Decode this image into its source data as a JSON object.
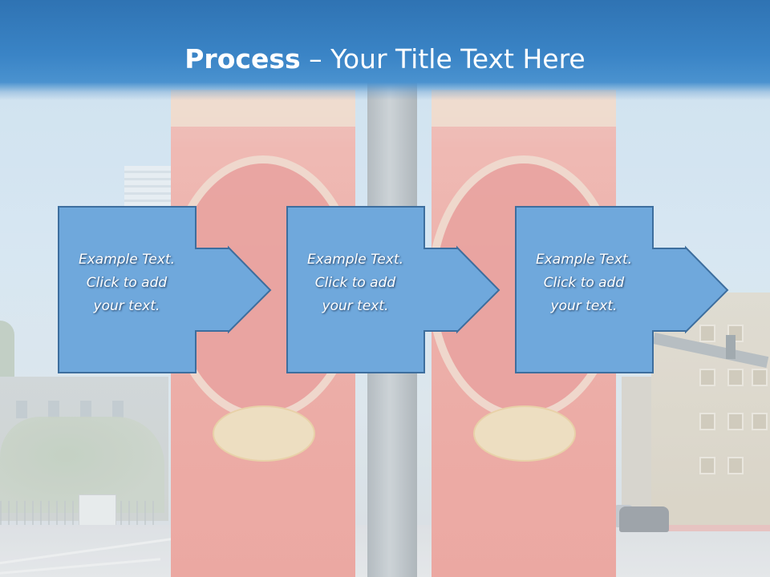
{
  "slide": {
    "title_bold": "Process",
    "title_rest": " – Your Title Text Here"
  },
  "steps": [
    {
      "line1": "Example Text.",
      "line2": "Click  to add",
      "line3": "your text."
    },
    {
      "line1": "Example Text.",
      "line2": "Click  to add",
      "line3": "your text."
    },
    {
      "line1": "Example Text.",
      "line2": "Click  to add",
      "line3": "your text."
    }
  ],
  "colors": {
    "title_band": "#3a84c6",
    "shape_fill": "#6fa8dc",
    "shape_stroke": "#3d6e9e",
    "text": "#ffffff"
  }
}
